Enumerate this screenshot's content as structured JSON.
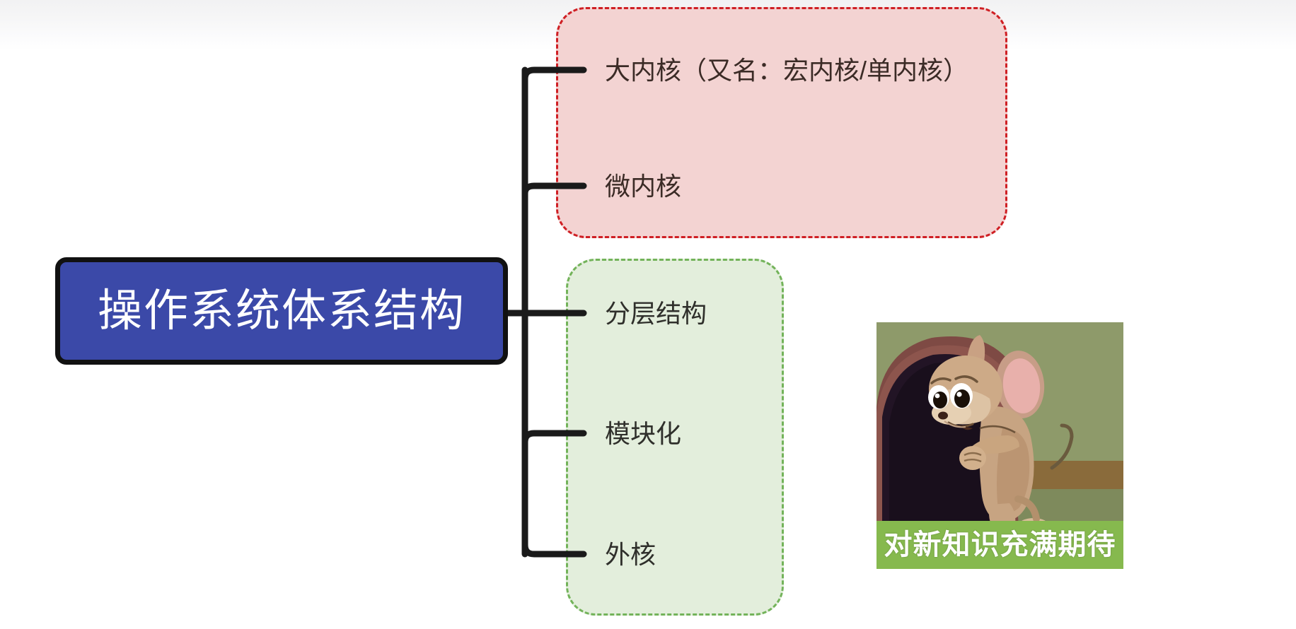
{
  "diagram": {
    "type": "mind-map",
    "root": {
      "label": "操作系统体系结构",
      "fill_color": "#3b49a8",
      "text_color": "#ffffff",
      "border_color": "#111111"
    },
    "groups": [
      {
        "name": "kernel-group",
        "fill_color": "#f3d3d2",
        "border_color": "#cf1f24",
        "border_style": "dashed",
        "items": [
          {
            "label": "大内核（又名：宏内核/单内核）"
          },
          {
            "label": "微内核"
          }
        ]
      },
      {
        "name": "structure-group",
        "fill_color": "#e3eedc",
        "border_color": "#73b35a",
        "border_style": "dashed",
        "items": [
          {
            "label": "分层结构"
          },
          {
            "label": "模块化"
          },
          {
            "label": "外核"
          }
        ]
      }
    ],
    "branch_color": "#1a1a1a"
  },
  "meme": {
    "name": "jerry-mouse-meme",
    "caption": "对新知识充满期待",
    "caption_bg": "#86b94e",
    "caption_color": "#ffffff"
  }
}
